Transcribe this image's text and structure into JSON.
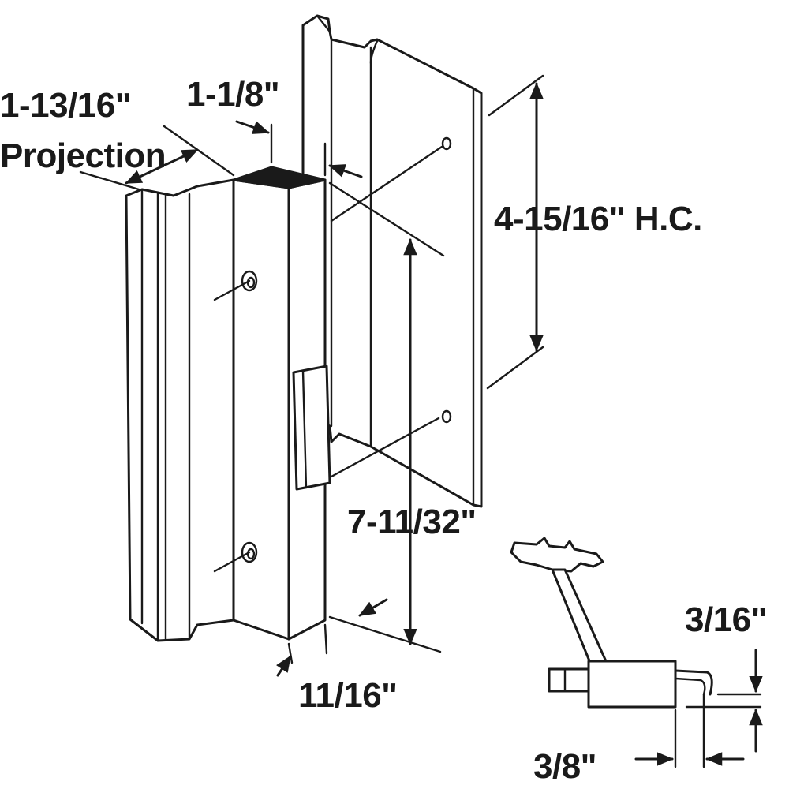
{
  "dimensions": {
    "projection_value": "1-13/16\"",
    "projection_word": "Projection",
    "depth_top": "1-1/8\"",
    "hole_centers": "4-15/16\" H.C.",
    "overall_length": "7-11/32\"",
    "width_bottom": "11/16\"",
    "latch_height": "3/16\"",
    "latch_offset": "3/8\""
  },
  "colors": {
    "line": "#1a1a1a",
    "background": "#ffffff"
  }
}
